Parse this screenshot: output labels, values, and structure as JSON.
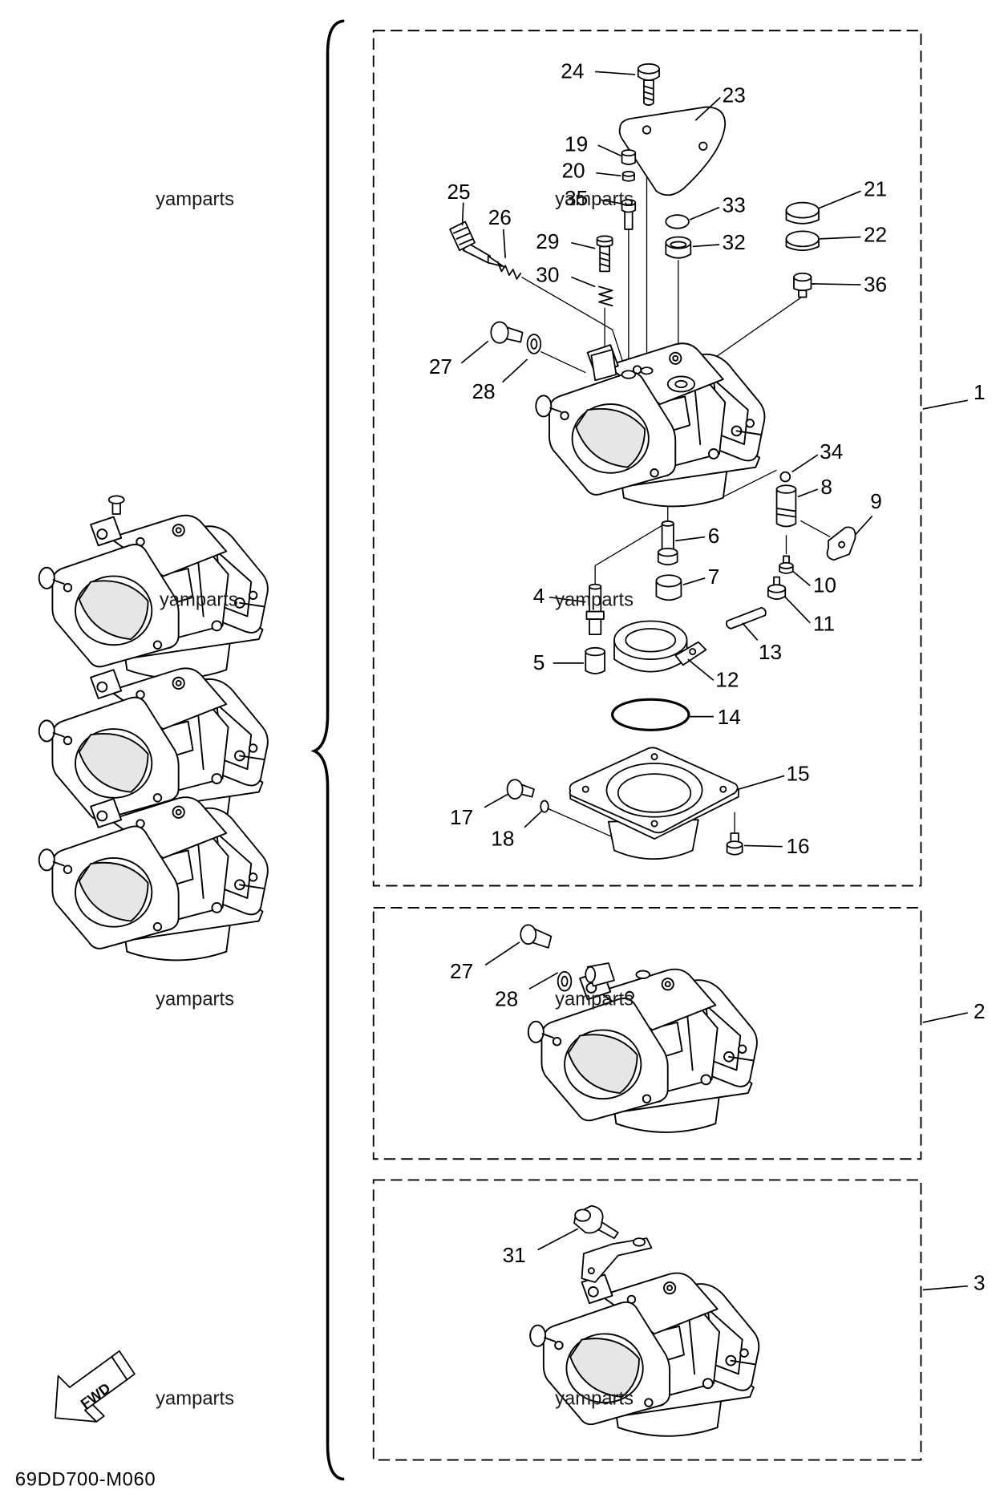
{
  "watermark": "yamparts",
  "diagram_code": "69DD700-M060",
  "fwd_label": "FWD",
  "assembly_labels": {
    "a1": "1",
    "a2": "2",
    "a3": "3"
  },
  "box1_callouts": {
    "p4": "4",
    "p5": "5",
    "p6": "6",
    "p7": "7",
    "p8": "8",
    "p9": "9",
    "p10": "10",
    "p11": "11",
    "p12": "12",
    "p13": "13",
    "p14": "14",
    "p15": "15",
    "p16": "16",
    "p17": "17",
    "p18": "18",
    "p19": "19",
    "p20": "20",
    "p21": "21",
    "p22": "22",
    "p23": "23",
    "p24": "24",
    "p25": "25",
    "p26": "26",
    "p27": "27",
    "p28": "28",
    "p29": "29",
    "p30": "30",
    "p32": "32",
    "p33": "33",
    "p34": "34",
    "p35": "35",
    "p36": "36"
  },
  "box2_callouts": {
    "p27": "27",
    "p28": "28"
  },
  "box3_callouts": {
    "p31": "31"
  }
}
